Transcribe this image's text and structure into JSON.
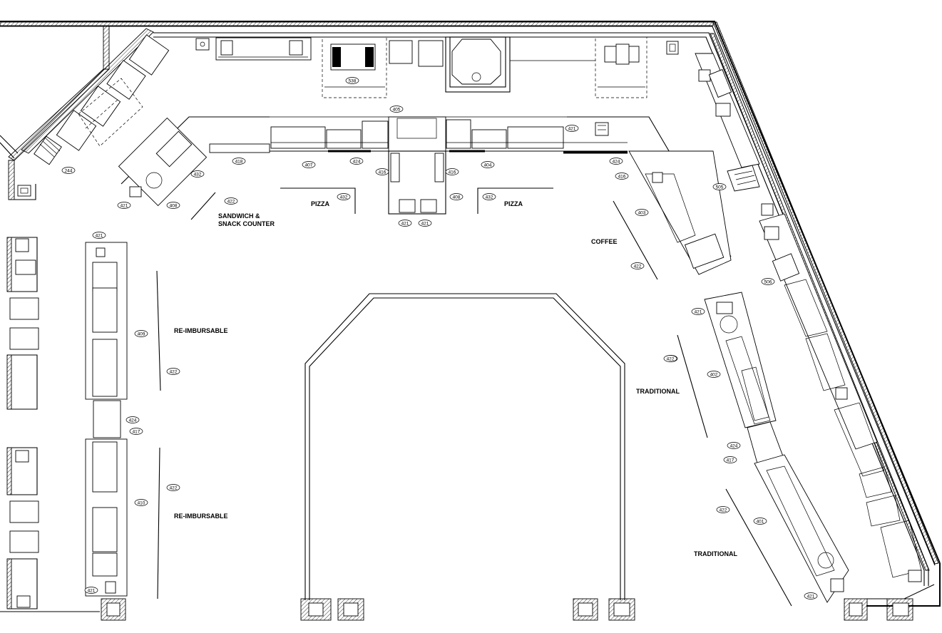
{
  "area_labels": {
    "sandwich_line1": "SANDWICH &",
    "sandwich_line2": "SNACK COUNTER",
    "pizza_left": "PIZZA",
    "pizza_right": "PIZZA",
    "coffee": "COFFEE",
    "reimbursable_upper": "RE-IMBURSABLE",
    "reimbursable_lower": "RE-IMBURSABLE",
    "traditional_upper": "TRADITIONAL",
    "traditional_lower": "TRADITIONAL"
  },
  "equipment_tags": [
    "538",
    "405",
    "421",
    "244",
    "418",
    "407",
    "424",
    "416",
    "416",
    "404",
    "424",
    "416",
    "432",
    "421",
    "408",
    "422",
    "432",
    "421",
    "421",
    "408",
    "432",
    "403",
    "422",
    "505",
    "506",
    "421",
    "409",
    "422",
    "422",
    "424",
    "417",
    "422",
    "410",
    "421",
    "421",
    "422",
    "402",
    "424",
    "417",
    "422",
    "401",
    "421"
  ],
  "colors": {
    "linework": "#000000",
    "background": "#ffffff"
  }
}
